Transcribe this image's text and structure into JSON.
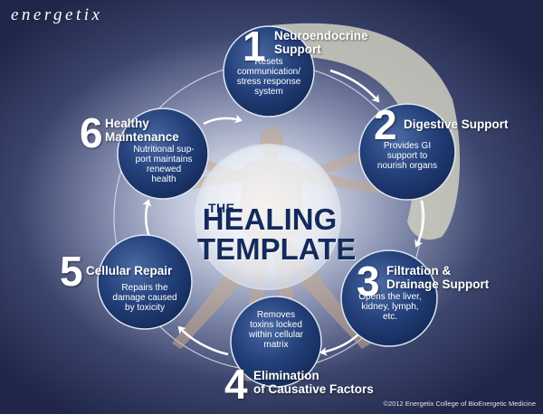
{
  "brand": "energetix",
  "center": {
    "the": "THE",
    "healing": "HEALING",
    "template": "TEMPLATE"
  },
  "steps": [
    {
      "number": "1",
      "title_lines": [
        "Neuroendocrine",
        "Support"
      ],
      "description_lines": [
        "Resets",
        "communication/",
        "stress response",
        "system"
      ]
    },
    {
      "number": "2",
      "title_lines": [
        "Digestive Support"
      ],
      "description_lines": [
        "Provides GI",
        "support to",
        "nourish organs"
      ]
    },
    {
      "number": "3",
      "title_lines": [
        "Filtration &",
        "Drainage Support"
      ],
      "description_lines": [
        "Opens the liver,",
        "kidney, lymph,",
        "etc."
      ]
    },
    {
      "number": "4",
      "title_lines": [
        "Elimination",
        "of Causative Factors"
      ],
      "description_lines": [
        "Removes",
        "toxins locked",
        "within cellular",
        "matrix"
      ]
    },
    {
      "number": "5",
      "title_lines": [
        "Cellular Repair"
      ],
      "description_lines": [
        "Repairs the",
        "damage caused",
        "by toxicity"
      ]
    },
    {
      "number": "6",
      "title_lines": [
        "Healthy",
        "Maintenance"
      ],
      "description_lines": [
        "Nutritional sup-",
        "port maintains",
        "renewed",
        "health"
      ]
    }
  ],
  "copyright": "©2012 Energetix College of BioEnergetic Medicine",
  "colors": {
    "node_fill": "#1e3566",
    "node_stroke": "#dfe6f2",
    "center_text": "#132a5c",
    "band_fill": "#cfcfc0"
  }
}
